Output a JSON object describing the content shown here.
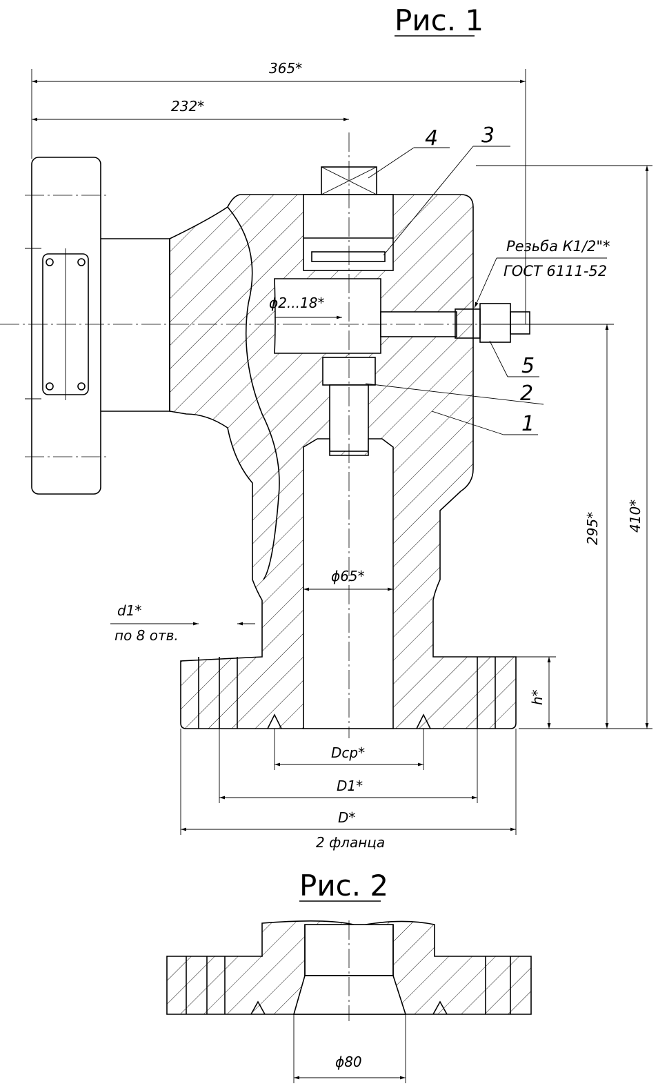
{
  "figures": {
    "fig1": {
      "title": "Рис. 1"
    },
    "fig2": {
      "title": "Рис. 2"
    }
  },
  "dimensions": {
    "overall_length": "365*",
    "axis_offset": "232*",
    "port_diameter": "ϕ2...18*",
    "bore_diameter": "ϕ65*",
    "height_to_axis": "295*",
    "total_height": "410*",
    "flange_thickness": "h*",
    "groove_diameter": "Dср*",
    "bolt_circle": "D1*",
    "flange_diameter": "D*",
    "flange_count_note": "2 фланца",
    "bolt_hole": "d1*",
    "bolt_hole_count": "по 8 отв.",
    "fig2_bore": "ϕ80"
  },
  "thread_note": {
    "line1": "Резьба К1/2\"*",
    "line2": "ГОСТ 6111-52"
  },
  "positions": [
    "1",
    "2",
    "3",
    "4",
    "5"
  ]
}
